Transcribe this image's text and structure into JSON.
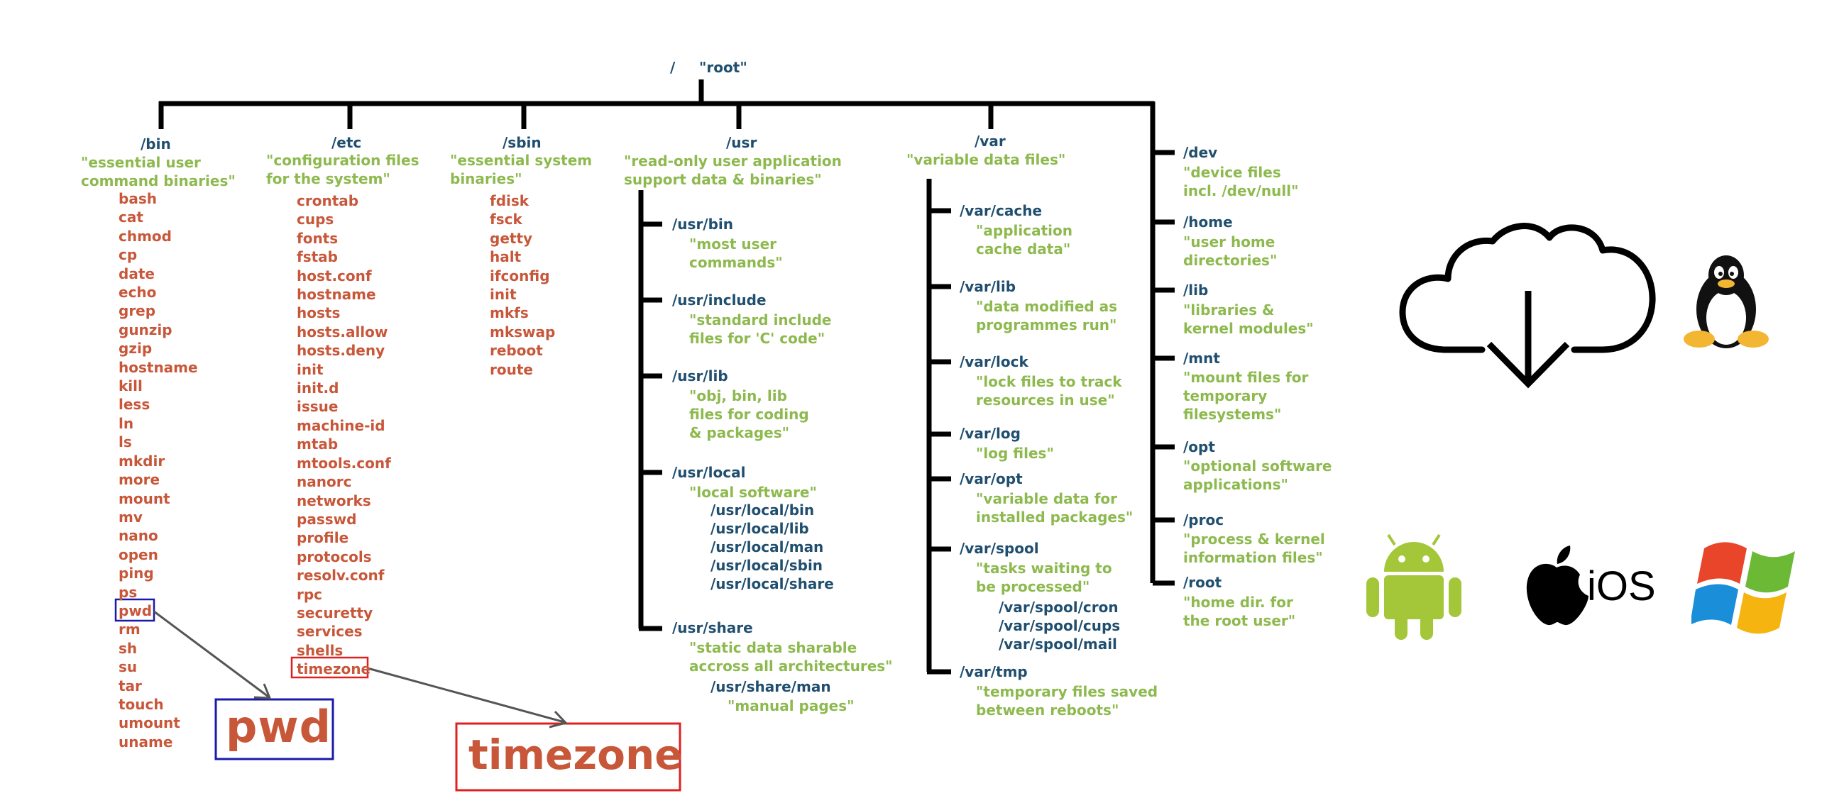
{
  "root": {
    "slash": "/",
    "label": "\"root\""
  },
  "bin": {
    "path": "/bin",
    "desc": "\"essential user\ncommand binaries\"",
    "items": [
      "bash",
      "cat",
      "chmod",
      "cp",
      "date",
      "echo",
      "grep",
      "gunzip",
      "gzip",
      "hostname",
      "kill",
      "less",
      "ln",
      "ls",
      "mkdir",
      "more",
      "mount",
      "mv",
      "nano",
      "open",
      "ping",
      "ps",
      "pwd",
      "rm",
      "sh",
      "su",
      "tar",
      "touch",
      "umount",
      "uname"
    ]
  },
  "etc": {
    "path": "/etc",
    "desc": "\"configuration files\nfor the system\"",
    "items": [
      "crontab",
      "cups",
      "fonts",
      "fstab",
      "host.conf",
      "hostname",
      "hosts",
      "hosts.allow",
      "hosts.deny",
      "init",
      "init.d",
      "issue",
      "machine-id",
      "mtab",
      "mtools.conf",
      "nanorc",
      "networks",
      "passwd",
      "profile",
      "protocols",
      "resolv.conf",
      "rpc",
      "securetty",
      "services",
      "shells",
      "timezone"
    ]
  },
  "sbin": {
    "path": "/sbin",
    "desc": "\"essential system\nbinaries\"",
    "items": [
      "fdisk",
      "fsck",
      "getty",
      "halt",
      "ifconfig",
      "init",
      "mkfs",
      "mkswap",
      "reboot",
      "route"
    ]
  },
  "usr": {
    "path": "/usr",
    "desc": "\"read-only user application\nsupport data & binaries\"",
    "children": [
      {
        "path": "/usr/bin",
        "desc": "\"most user\ncommands\""
      },
      {
        "path": "/usr/include",
        "desc": "\"standard include\nfiles for 'C' code\""
      },
      {
        "path": "/usr/lib",
        "desc": "\"obj, bin, lib\nfiles for coding\n& packages\""
      },
      {
        "path": "/usr/local",
        "desc": "\"local software\"",
        "sub": "/usr/local/bin\n/usr/local/lib\n/usr/local/man\n/usr/local/sbin\n/usr/local/share"
      },
      {
        "path": "/usr/share",
        "desc": "\"static data sharable\naccross all architectures\"",
        "sub": "/usr/share/man",
        "subdesc": "\"manual pages\""
      }
    ]
  },
  "var": {
    "path": "/var",
    "desc": "\"variable data files\"",
    "children": [
      {
        "path": "/var/cache",
        "desc": "\"application\ncache data\""
      },
      {
        "path": "/var/lib",
        "desc": "\"data modified as\nprogrammes run\""
      },
      {
        "path": "/var/lock",
        "desc": "\"lock files to track\nresources in use\""
      },
      {
        "path": "/var/log",
        "desc": "\"log files\""
      },
      {
        "path": "/var/opt",
        "desc": "\"variable data for\ninstalled packages\""
      },
      {
        "path": "/var/spool",
        "desc": "\"tasks waiting to\nbe processed\"",
        "sub": "/var/spool/cron\n/var/spool/cups\n/var/spool/mail"
      },
      {
        "path": "/var/tmp",
        "desc": "\"temporary files saved\nbetween reboots\""
      }
    ]
  },
  "right": [
    {
      "path": "/dev",
      "desc": "\"device files\nincl. /dev/null\""
    },
    {
      "path": "/home",
      "desc": "\"user home\ndirectories\""
    },
    {
      "path": "/lib",
      "desc": "\"libraries &\nkernel modules\""
    },
    {
      "path": "/mnt",
      "desc": "\"mount files for\ntemporary\nfilesystems\""
    },
    {
      "path": "/opt",
      "desc": "\"optional software\napplications\""
    },
    {
      "path": "/proc",
      "desc": "\"process & kernel\ninformation files\""
    },
    {
      "path": "/root",
      "desc": "\"home dir. for\nthe root user\""
    }
  ],
  "callouts": {
    "pwd": "pwd",
    "timezone": "timezone"
  },
  "logos": {
    "ios_text": "iOS"
  },
  "icons": [
    "cloud-download-icon",
    "linux-tux-icon",
    "android-icon",
    "apple-icon",
    "windows-icon"
  ],
  "colors": {
    "dir": "#1f4e6e",
    "desc": "#8db94e",
    "cmd": "#c8573a",
    "line": "#000000",
    "blue_box": "#1a1aaa",
    "red_box": "#e02020"
  }
}
